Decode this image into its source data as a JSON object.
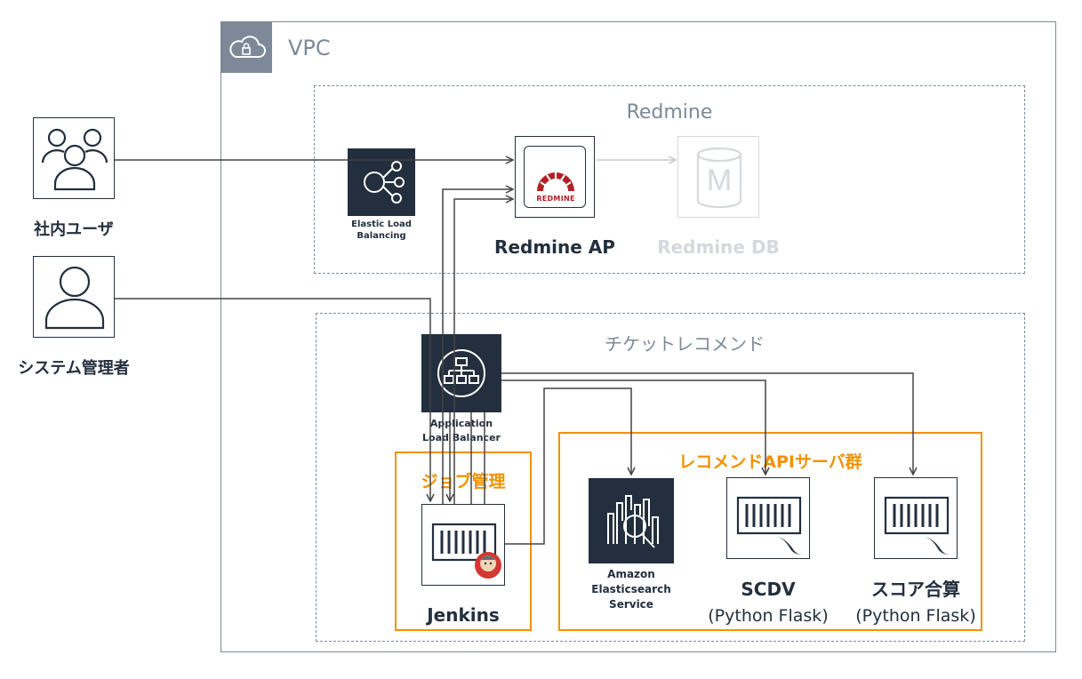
{
  "vpc": {
    "title": "VPC"
  },
  "groups": {
    "redmine": {
      "title": "Redmine"
    },
    "ticket": {
      "title": "チケットレコメンド"
    },
    "job": {
      "title": "ジョブ管理"
    },
    "api": {
      "title": "レコメンドAPIサーバ群"
    }
  },
  "actors": {
    "internal_users": {
      "label": "社内ユーザ"
    },
    "sysadmin": {
      "label": "システム管理者"
    }
  },
  "nodes": {
    "elb": {
      "label_line1": "Elastic Load",
      "label_line2": "Balancing"
    },
    "redmine_ap": {
      "label": "Redmine AP",
      "logo_text": "REDMINE"
    },
    "redmine_db": {
      "label": "Redmine DB",
      "icon_letter": "M"
    },
    "alb": {
      "label_line1": "Application",
      "label_line2": "Load Balancer"
    },
    "jenkins": {
      "label": "Jenkins"
    },
    "elasticsearch": {
      "label_line1": "Amazon",
      "label_line2": "Elasticsearch",
      "label_line3": "Service"
    },
    "scdv": {
      "label_line1": "SCDV",
      "label_line2": "(Python Flask)"
    },
    "score": {
      "label_line1": "スコア合算",
      "label_line2": "(Python Flask)"
    }
  },
  "colors": {
    "dark": "#232f3e",
    "gray_border": "#7d8998",
    "orange": "#f29100",
    "redmine_red": "#b32024",
    "faded": "#d5d8dc"
  }
}
